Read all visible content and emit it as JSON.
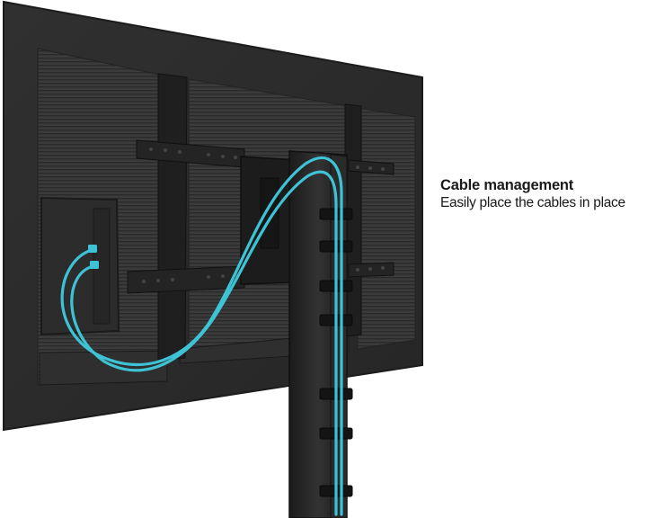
{
  "caption": {
    "title": "Cable management",
    "subtitle": "Easily place the cables in place"
  },
  "colors": {
    "cable": "#3ec3d6",
    "tv_back": "#2b2b2b",
    "panel": "#3a3a3a",
    "bracket": "#1f1f1f",
    "pole": "#222222",
    "background": "#ffffff"
  },
  "icons": [
    "tv-rear-illustration",
    "cable-icon"
  ]
}
